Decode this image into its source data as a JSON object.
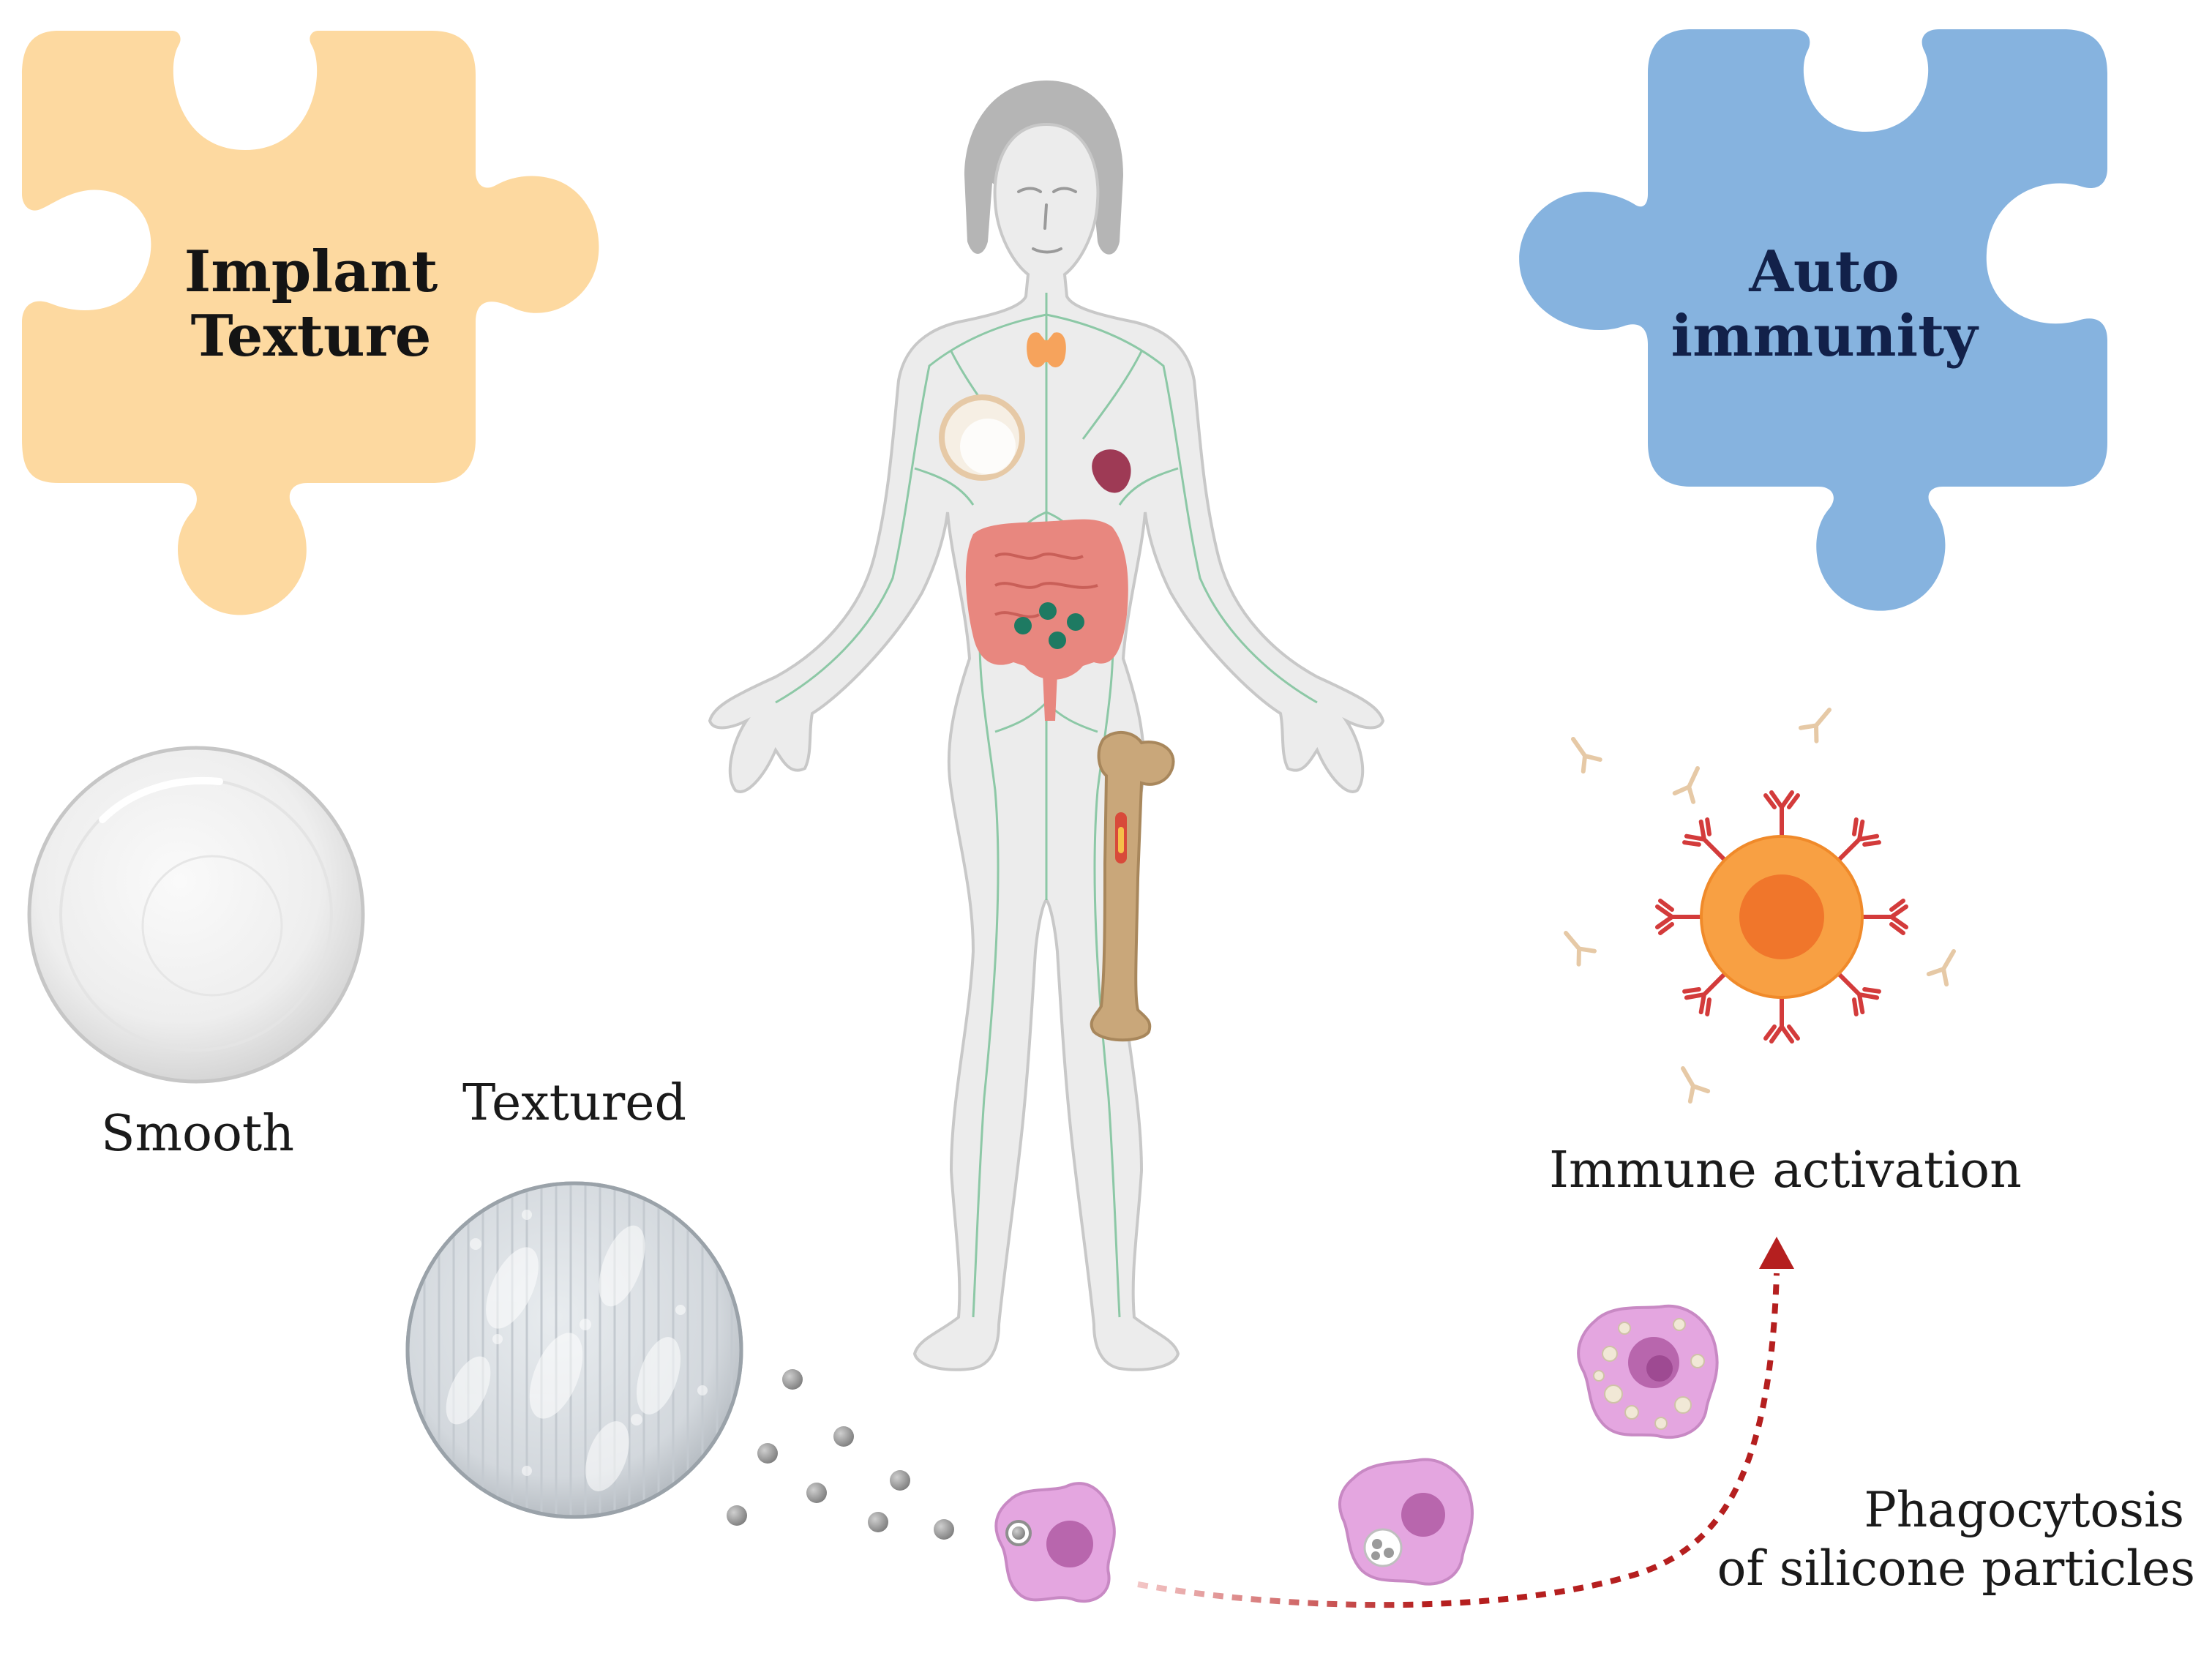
{
  "puzzles": {
    "left": {
      "title_line1": "Implant",
      "title_line2": "Texture",
      "color": "#fdd9a0",
      "text_color": "#141414"
    },
    "right": {
      "title_line1": "Auto",
      "title_line2": "immunity",
      "color": "#86b3df",
      "text_color": "#12214a"
    }
  },
  "implants": {
    "smooth_label": "Smooth",
    "textured_label": "Textured"
  },
  "immune": {
    "activation_label": "Immune activation",
    "phagocytosis_line1": "Phagocytosis",
    "phagocytosis_line2": "of silicone particles"
  },
  "colors": {
    "body_fill": "#ececec",
    "body_outline": "#c8c8c8",
    "hair": "#b5b5b5",
    "lymph": "#7cc29a",
    "intestine": "#e8877f",
    "bone": "#c9a77a",
    "cell_orange": "#f8a043",
    "cell_core": "#f0762b",
    "antibody_red": "#d33b3b",
    "antibody_beige": "#e6c9a6",
    "macrophage": "#e4a6e0",
    "macrophage_nucleus": "#b866ad",
    "arrow": "#b51f1f",
    "particle": "#8f8f8f"
  }
}
